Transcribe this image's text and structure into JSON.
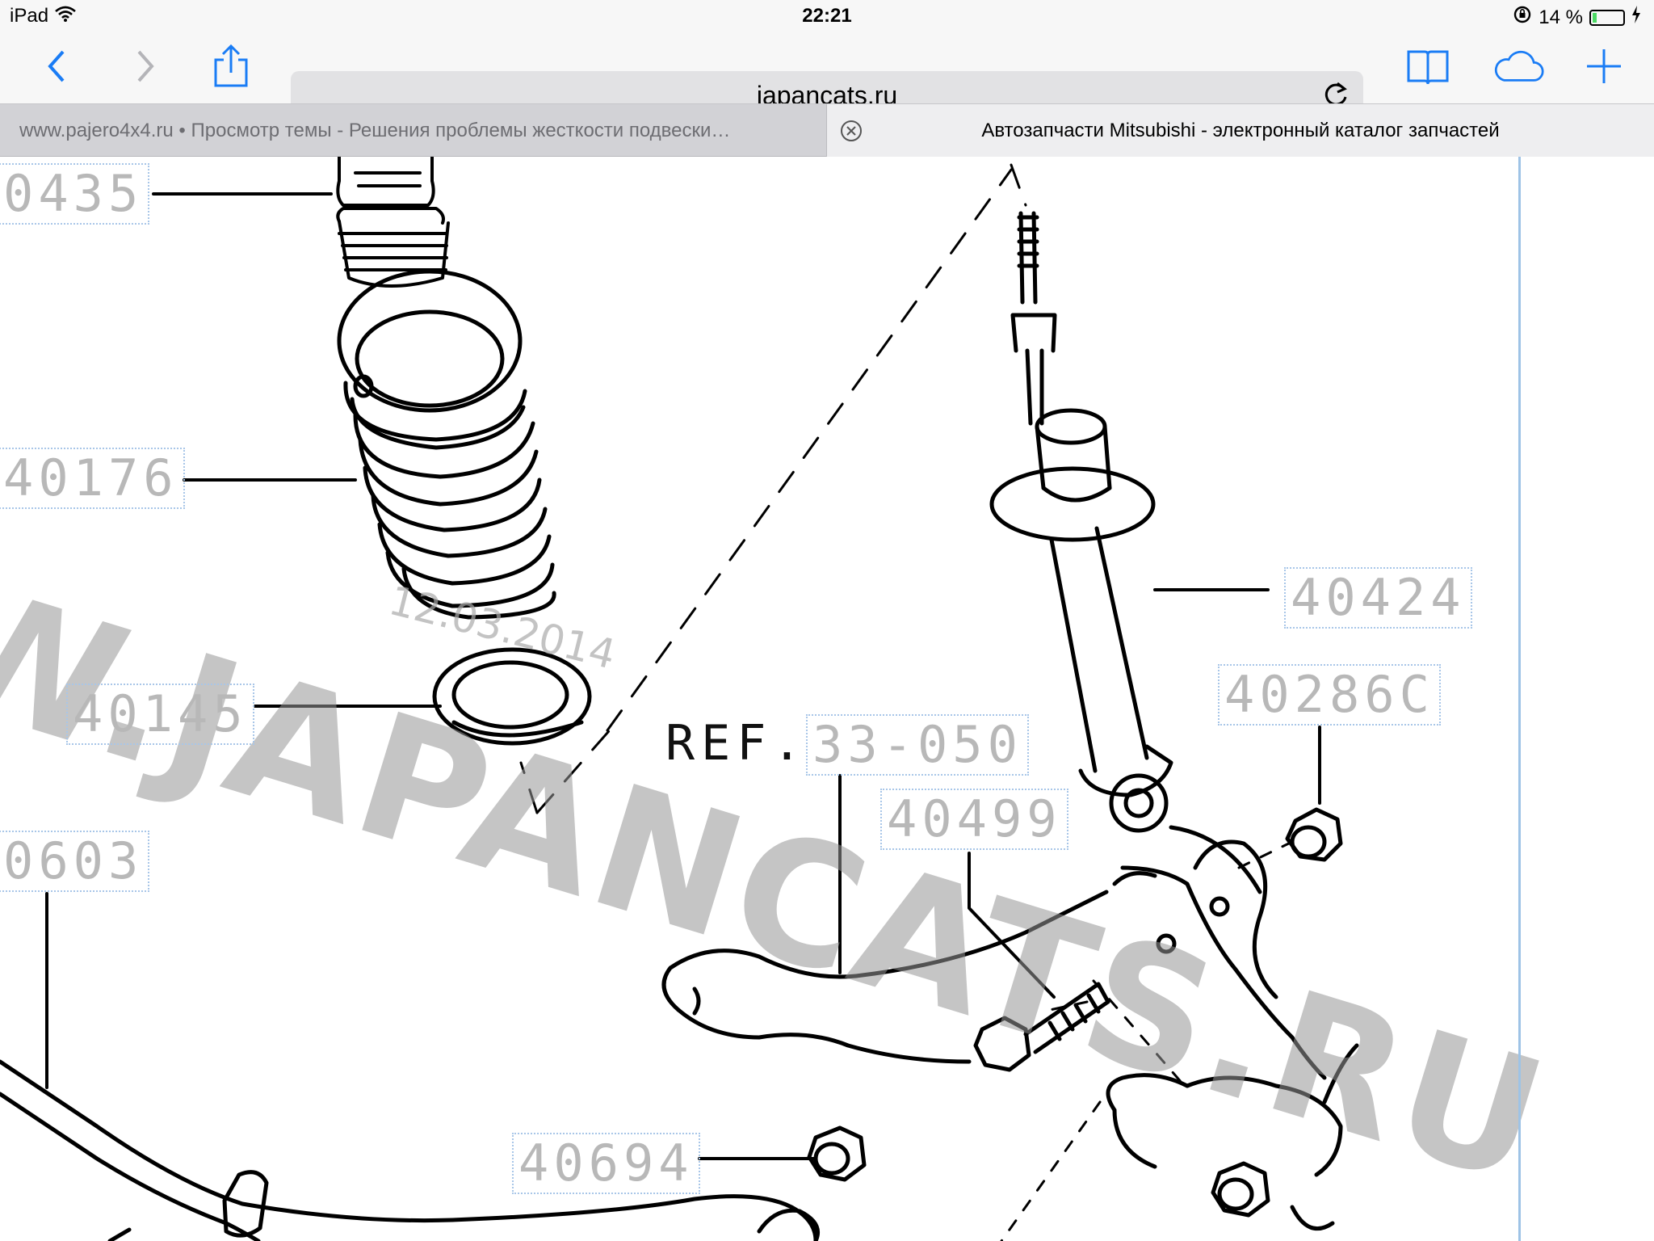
{
  "statusbar": {
    "device": "iPad",
    "time": "22:21",
    "battery": "14 %",
    "battery_level": 0.14
  },
  "toolbar": {
    "url": "japancats.ru"
  },
  "tabs": [
    {
      "title": "www.pajero4x4.ru • Просмотр темы - Решения проблемы жесткости подвески…",
      "active": false
    },
    {
      "title": "Автозапчасти Mitsubishi - электронный каталог запчастей",
      "active": true
    }
  ],
  "diagram": {
    "labels": [
      "0435",
      "40176",
      "40145",
      "0603",
      "40694",
      "40424",
      "40286C",
      "33-050",
      "40499"
    ],
    "ref_prefix": "REF.",
    "watermark": "W.JAPANCATS.RU",
    "watermark_date": "12.03.2014"
  }
}
